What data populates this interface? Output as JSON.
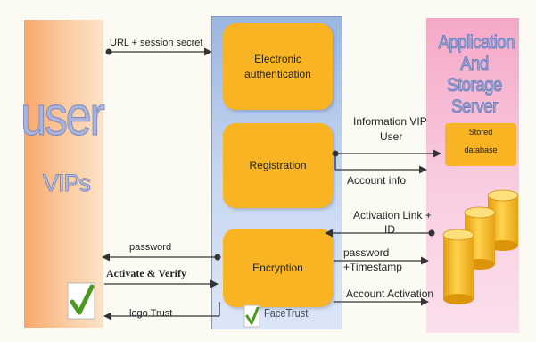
{
  "user_panel": {
    "title": "user",
    "subtitle": "VIPs"
  },
  "facetrust_panel": {
    "boxes": {
      "authentication": "Electronic authentication",
      "registration": "Registration",
      "encryption": "Encryption"
    },
    "brand": "FaceTrust"
  },
  "server_panel": {
    "title_line1": "Application",
    "title_line2": "And Storage",
    "title_line3": "Server",
    "db_label_line1": "Stored",
    "db_label_line2": "database"
  },
  "flows": {
    "url_session": "URL + session secret",
    "info_vip_line1": "Information  VIP",
    "info_vip_line2": "User",
    "account_info": "Account info",
    "activation_link_line1": "Activation Link +",
    "activation_link_line2": "ID",
    "password_left": "password",
    "password_ts_line1": "password",
    "password_ts_line2": "+Timestamp",
    "activate_verify": "Activate & Verify",
    "account_activation": "Account Activation",
    "logo_trust": "logo Trust"
  },
  "colors": {
    "box": "#f8b423",
    "user_bg": "#f7a66a",
    "server_bg": "#f5a8c7",
    "mid_bg": "#9ab6e3"
  }
}
